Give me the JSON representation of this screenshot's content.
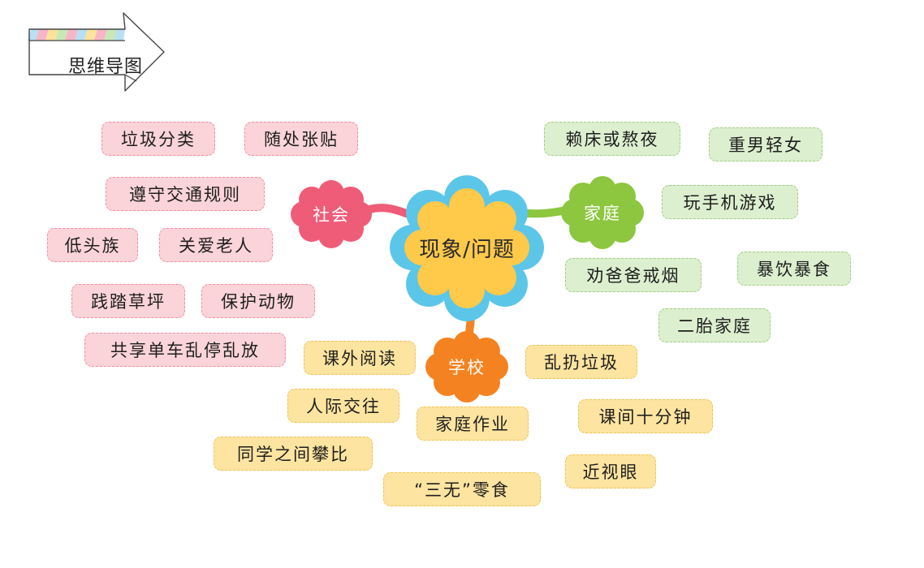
{
  "banner": {
    "title": "思维导图"
  },
  "center": {
    "label": "现象/问题"
  },
  "branches": {
    "society": {
      "label": "社会",
      "color": "#ef5c78"
    },
    "family": {
      "label": "家庭",
      "color": "#8dc63f"
    },
    "school": {
      "label": "学校",
      "color": "#f58220"
    }
  },
  "colors": {
    "center_fill": "#ffc94a",
    "center_ring": "#5cc6e8"
  },
  "leaves": {
    "society": [
      "垃圾分类",
      "随处张贴",
      "遵守交通规则",
      "低头族",
      "关爱老人",
      "践踏草坪",
      "保护动物",
      "共享单车乱停乱放"
    ],
    "family": [
      "赖床或熬夜",
      "重男轻女",
      "玩手机游戏",
      "劝爸爸戒烟",
      "暴饮暴食",
      "二胎家庭"
    ],
    "school": [
      "课外阅读",
      "乱扔垃圾",
      "人际交往",
      "家庭作业",
      "课间十分钟",
      "同学之间攀比",
      "近视眼",
      "“三无”零食"
    ]
  }
}
